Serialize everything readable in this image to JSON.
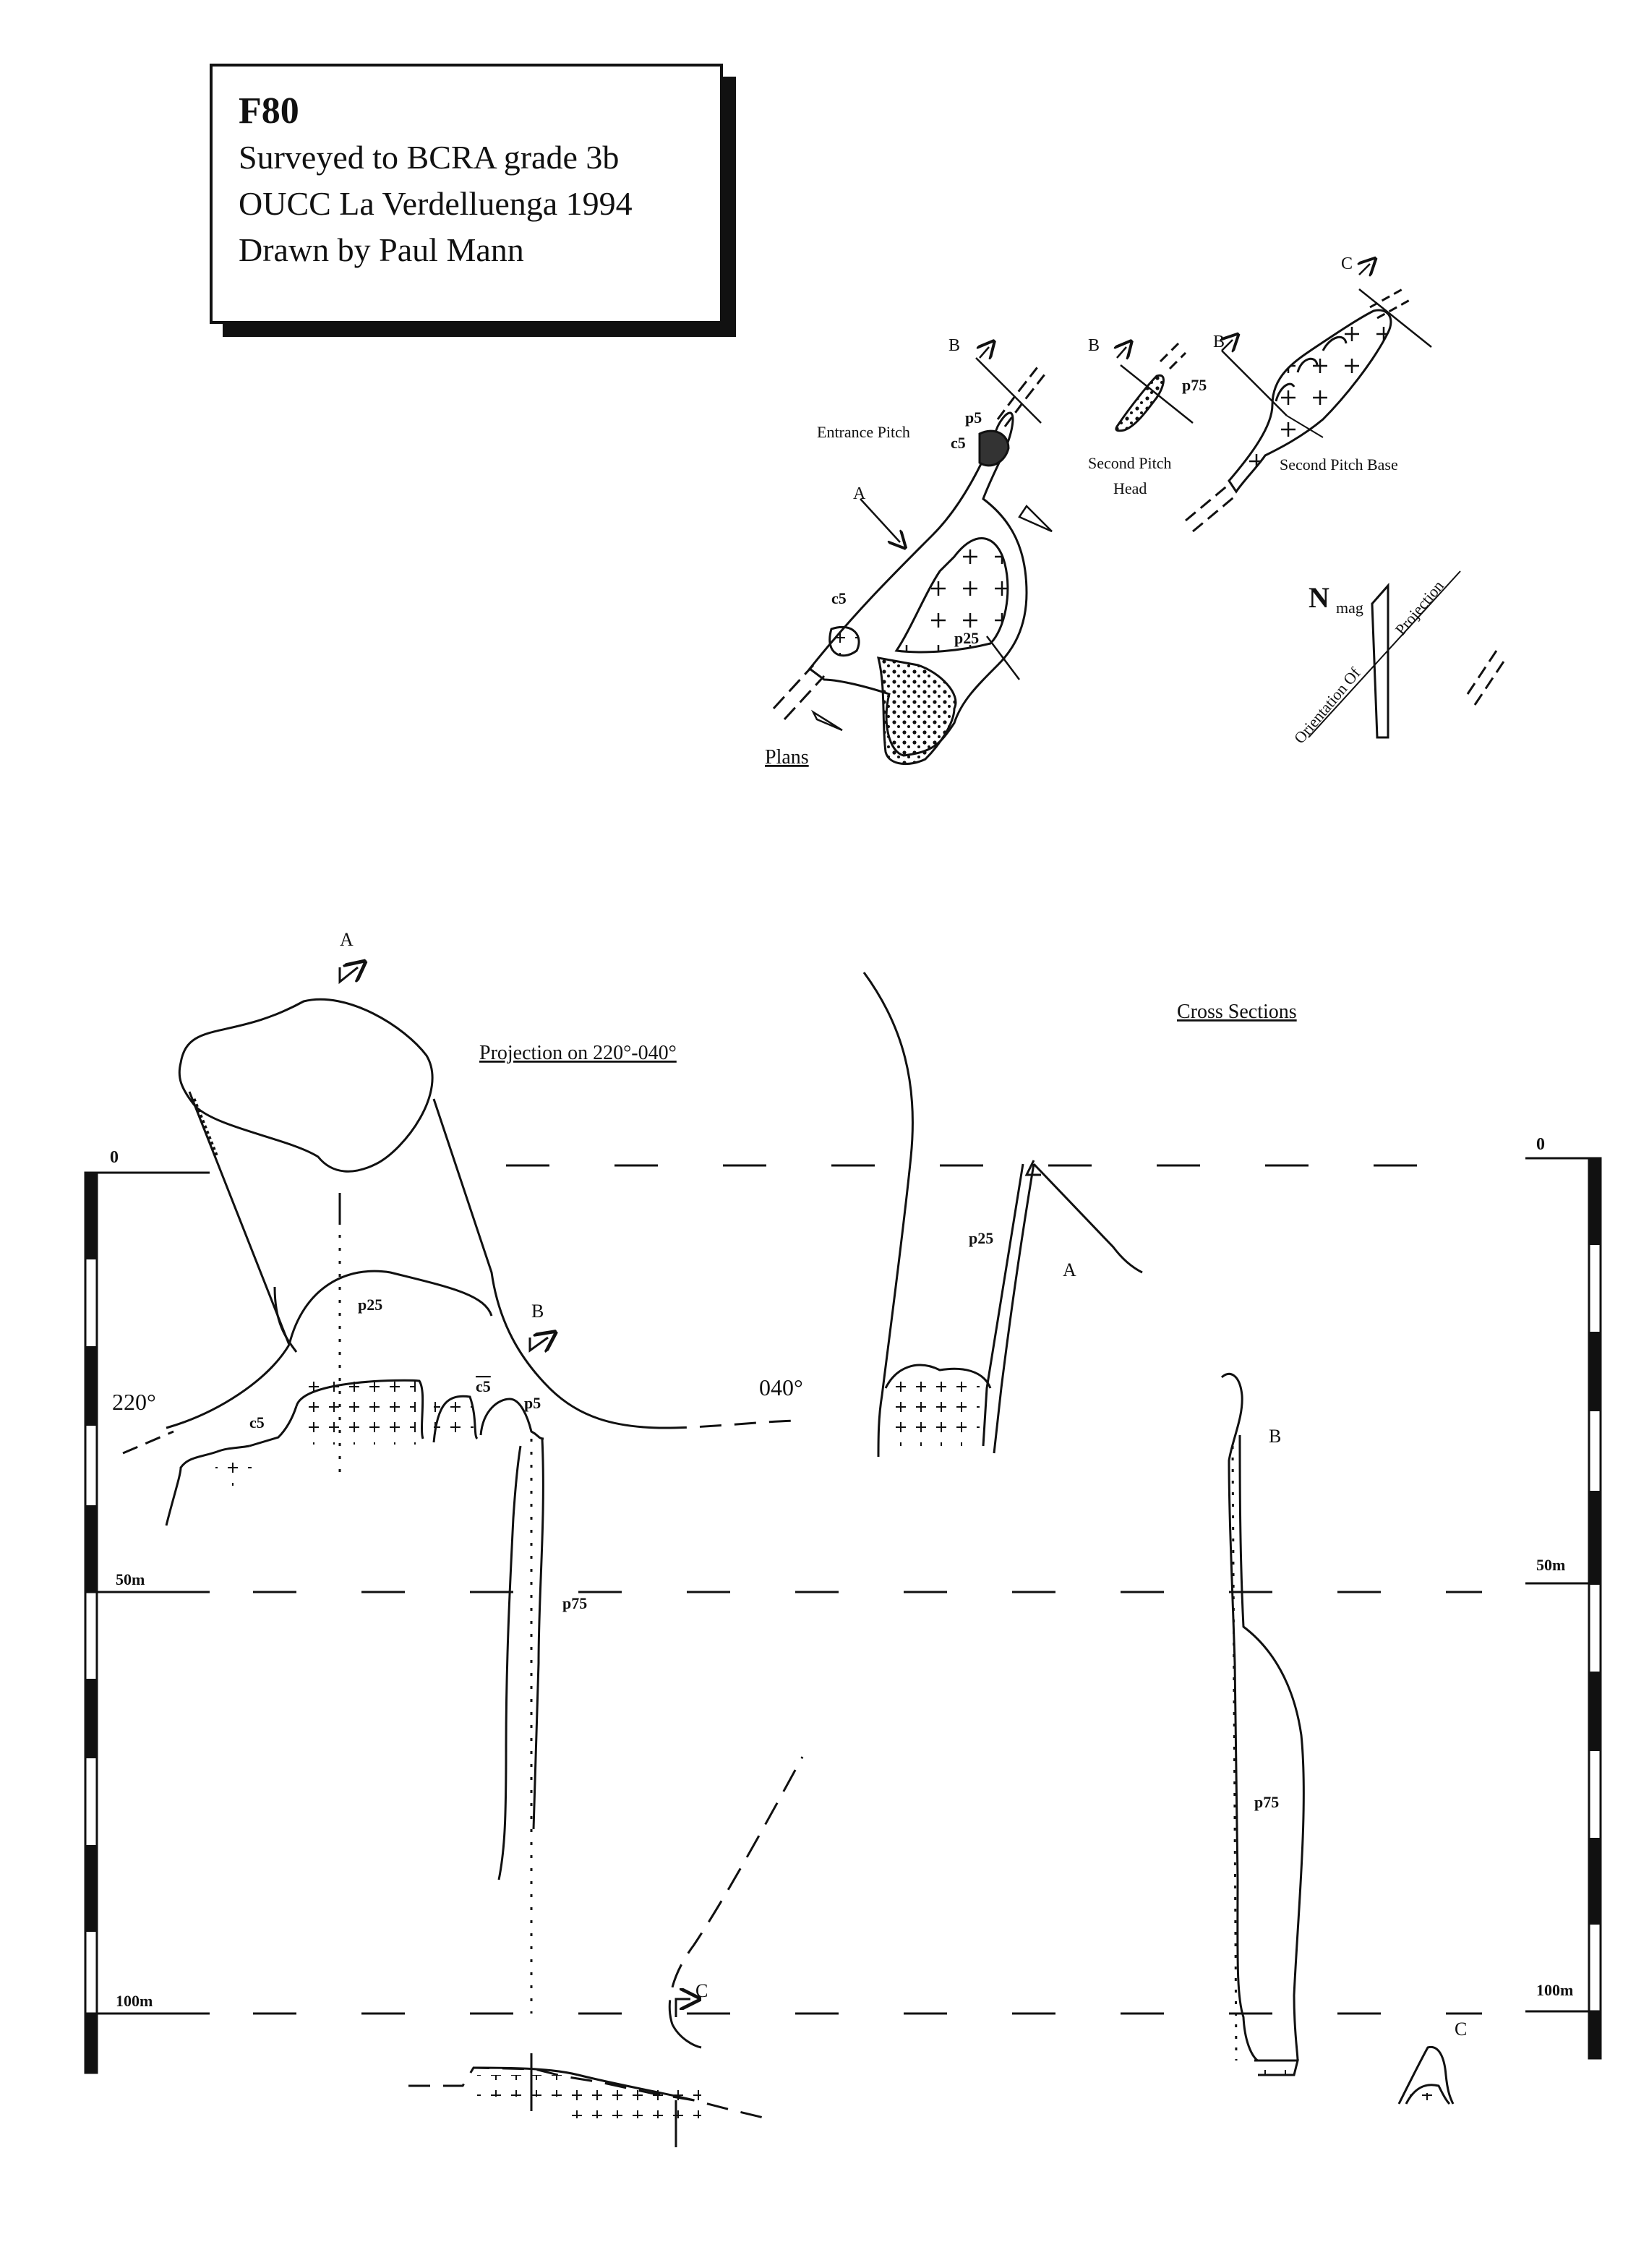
{
  "title_block": {
    "cave_id": "F80",
    "grade": "Surveyed to BCRA grade 3b",
    "expedition": "OUCC La Verdelluenga 1994",
    "drawn_by": "Drawn by Paul Mann"
  },
  "plans": {
    "heading": "Plans",
    "labels": {
      "entrance_pitch": "Entrance Pitch",
      "second_pitch_head_1": "Second Pitch",
      "second_pitch_head_2": "Head",
      "second_pitch_base": "Second Pitch Base",
      "p5": "p5",
      "c5_upper": "c5",
      "c5_lower": "c5",
      "p25": "p25",
      "p75": "p75",
      "sec_a": "A",
      "sec_b1": "B",
      "sec_b2": "B",
      "sec_b3": "B",
      "sec_c": "C"
    }
  },
  "north_arrow": {
    "n_letter": "N",
    "n_sub": "mag",
    "orientation_1": "Orientation Of",
    "orientation_2": "Projection"
  },
  "projection": {
    "heading": "Projection on 220°-040°",
    "bearing_left": "220°",
    "bearing_right": "040°",
    "labels": {
      "sec_a": "A",
      "sec_b": "B",
      "sec_c": "C",
      "p25": "p25",
      "p5": "p5",
      "c5": "c5",
      "c5_bar": "c5",
      "p75": "p75"
    }
  },
  "cross_sections": {
    "heading": "Cross Sections",
    "labels": {
      "p25": "p25",
      "sec_a": "A",
      "sec_b": "B",
      "p75": "p75",
      "sec_c": "C"
    }
  },
  "scale_bar": {
    "ticks": [
      "0",
      "50m",
      "100m"
    ],
    "ticks_right": [
      "0",
      "50m",
      "100m"
    ]
  }
}
